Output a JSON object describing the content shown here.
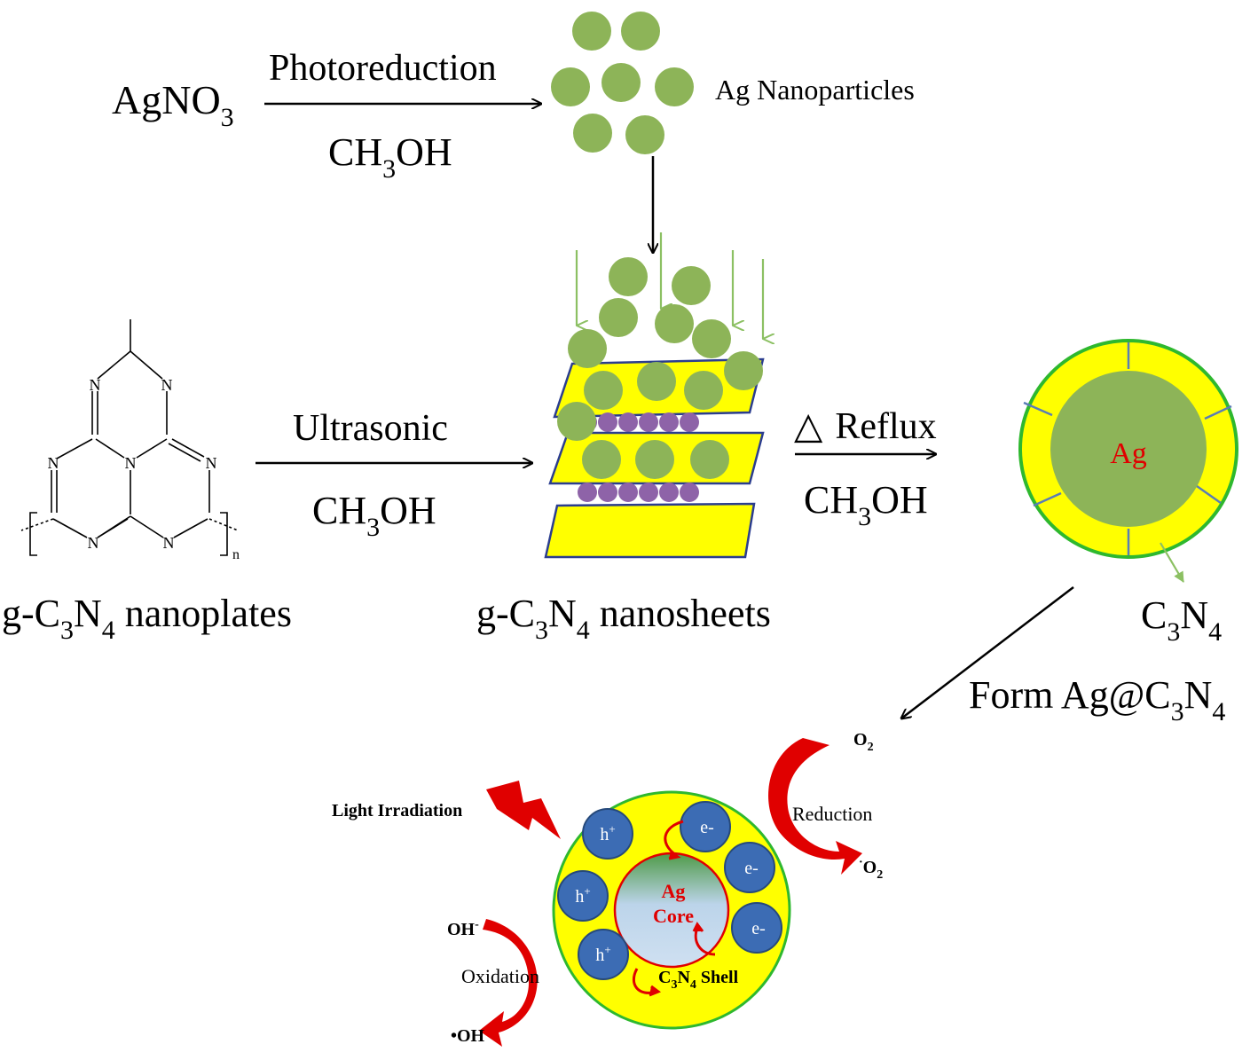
{
  "colors": {
    "ag_green": "#8DB458",
    "c3n4_yellow": "#FFFF00",
    "shell_green": "#2EB82E",
    "purple": "#8E63A8",
    "electron_blue": "#3C6CB4",
    "red": "#E00000",
    "light_green_arrow": "#8CC063"
  },
  "step1": {
    "reactant": "AgNO",
    "reactant_sub": "3",
    "arrow_top": "Photoreduction",
    "arrow_bottom_a": "CH",
    "arrow_bottom_sub": "3",
    "arrow_bottom_b": "OH",
    "product": "Ag Nanoparticles"
  },
  "step2": {
    "arrow_top": "Ultrasonic",
    "arrow_bottom_a": "CH",
    "arrow_bottom_sub": "3",
    "arrow_bottom_b": "OH"
  },
  "step3": {
    "arrow_top_symbol": "△",
    "arrow_top": "Reflux",
    "arrow_bottom_a": "CH",
    "arrow_bottom_sub": "3",
    "arrow_bottom_b": "OH"
  },
  "structure": {
    "atom": "N",
    "subscript_n": "n"
  },
  "labels": {
    "nanoplates": {
      "a": "g-C",
      "s1": "3",
      "b": "N",
      "s2": "4",
      "c": " nanoplates"
    },
    "nanosheets": {
      "a": "g-C",
      "s1": "3",
      "b": "N",
      "s2": "4",
      "c": " nanosheets"
    },
    "c3n4": {
      "a": "C",
      "s1": "3",
      "b": "N",
      "s2": "4"
    },
    "form": {
      "a": "Form Ag@C",
      "s1": "3",
      "b": "N",
      "s2": "4"
    },
    "ag_core_simple": "Ag"
  },
  "mechanism": {
    "light": "Light Irradiation",
    "o2": "O",
    "o2_sub": "2",
    "reduction": "Reduction",
    "superoxide_prefix": "·",
    "superoxide": "O",
    "superoxide_sub": "2",
    "oh_minus": "OH",
    "oh_minus_sup": "-",
    "oxidation": "Oxidation",
    "oh_radical": "•OH",
    "hole": "h",
    "hole_sup": "+",
    "electron": "e-",
    "core_line1": "Ag",
    "core_line2": "Core",
    "shell_a": "C",
    "shell_s1": "3",
    "shell_b": "N",
    "shell_s2": "4",
    "shell_c": " Shell"
  }
}
